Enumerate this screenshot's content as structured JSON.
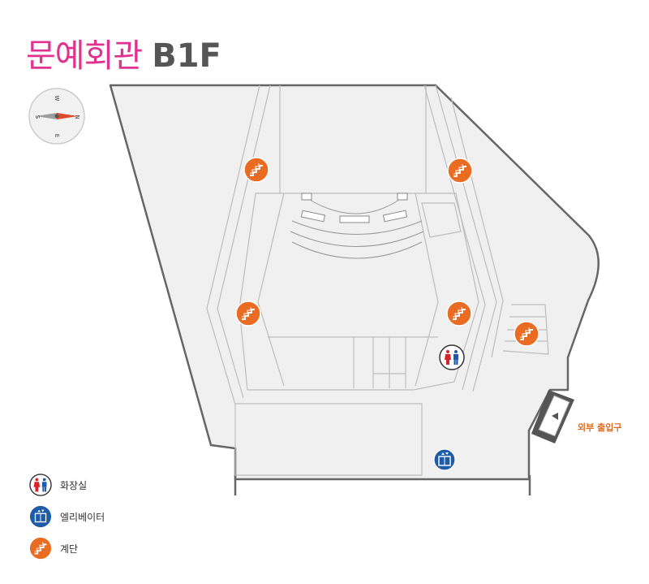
{
  "header": {
    "title": "문예회관",
    "floor": "B1F"
  },
  "compass": {
    "labels": {
      "north": "N",
      "south": "S",
      "east": "E",
      "west": "W"
    }
  },
  "map": {
    "exit_label": "외부 출입구",
    "icons": [
      "stairs-icon",
      "restroom-icon",
      "elevator-icon"
    ]
  },
  "legend": {
    "items": [
      {
        "icon": "restroom-icon",
        "label": "화장실"
      },
      {
        "icon": "elevator-icon",
        "label": "엘리베이터"
      },
      {
        "icon": "stairs-icon",
        "label": "계단"
      }
    ]
  },
  "colors": {
    "title": "#e0338f",
    "floor_text": "#555555",
    "floor_fill": "#f0f0f0",
    "wall": "#666666",
    "stairs": "#ea6b22",
    "elevator": "#1f5ca8",
    "restroom_red": "#d6232a",
    "restroom_blue": "#1f5ca8",
    "exit_label": "#e06b1f"
  }
}
